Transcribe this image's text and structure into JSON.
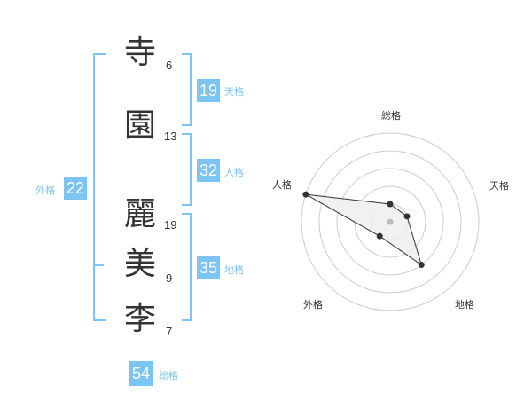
{
  "name": {
    "chars": [
      {
        "char": "寺",
        "strokes": "6"
      },
      {
        "char": "園",
        "strokes": "13"
      },
      {
        "char": "麗",
        "strokes": "19"
      },
      {
        "char": "美",
        "strokes": "9"
      },
      {
        "char": "李",
        "strokes": "7"
      }
    ]
  },
  "fortunes": {
    "tenkaku": {
      "value": "19",
      "label": "天格"
    },
    "jinkaku": {
      "value": "32",
      "label": "人格"
    },
    "chikaku": {
      "value": "35",
      "label": "地格"
    },
    "gaikaku": {
      "value": "22",
      "label": "外格"
    },
    "soukaku": {
      "value": "54",
      "label": "総格"
    }
  },
  "colors": {
    "accent": "#7cc4f2",
    "text": "#333333",
    "polygon_fill": "#eeeeee",
    "grid": "#cccccc",
    "center_dot": "#bbbbbb"
  },
  "chart_data": {
    "type": "radar",
    "axes": [
      "総格",
      "天格",
      "地格",
      "外格",
      "人格"
    ],
    "values": [
      1,
      1,
      3,
      1,
      5
    ],
    "range": [
      0,
      5
    ],
    "rings": 5,
    "grid": true
  }
}
